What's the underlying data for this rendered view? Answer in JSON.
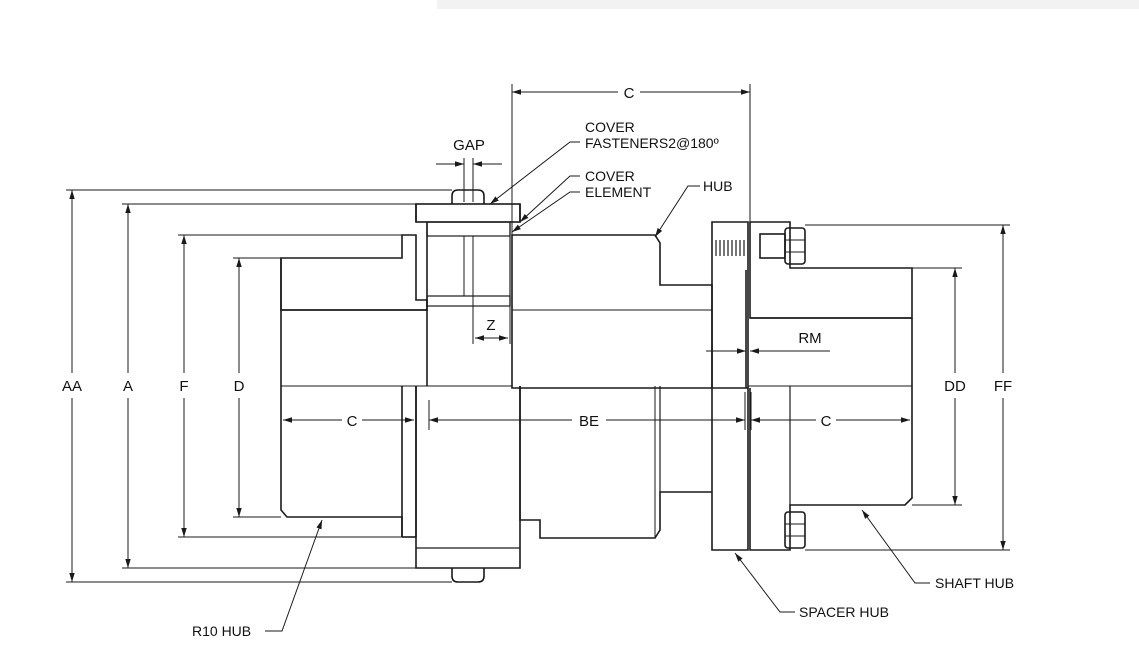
{
  "labels": {
    "c_top": "C",
    "gap": "GAP",
    "cover_fasteners_1": "COVER",
    "cover_fasteners_2": "FASTENERS2@180º",
    "cover_element_1": "COVER",
    "cover_element_2": "ELEMENT",
    "hub": "HUB",
    "z": "Z",
    "rm": "RM",
    "aa": "AA",
    "a": "A",
    "f": "F",
    "d": "D",
    "c_left": "C",
    "be": "BE",
    "c_right": "C",
    "dd": "DD",
    "ff": "FF",
    "r10_hub": "R10 HUB",
    "spacer_hub": "SPACER HUB",
    "shaft_hub": "SHAFT HUB"
  },
  "colors": {
    "hatch": "#e03030",
    "line": "#1a1a1a"
  }
}
